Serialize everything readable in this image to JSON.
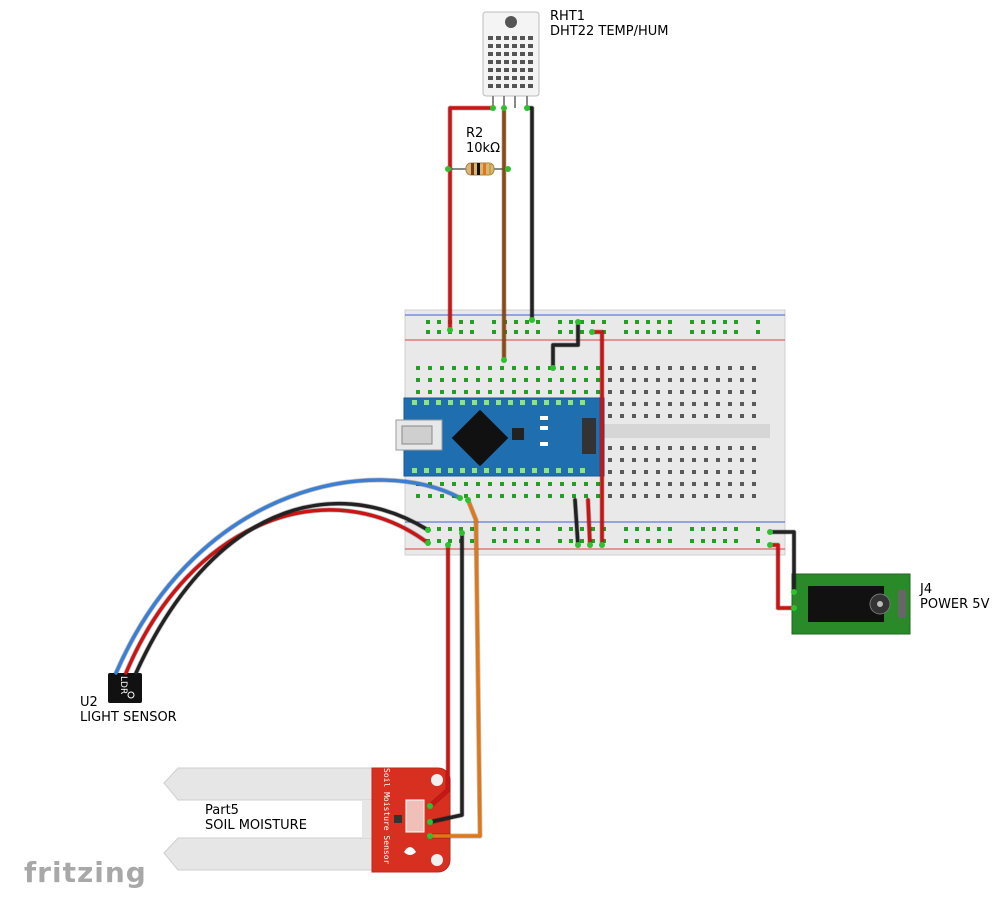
{
  "labels": {
    "rht": {
      "ref": "RHT1",
      "name": "DHT22 TEMP/HUM"
    },
    "resistor": {
      "ref": "R2",
      "value": "10kΩ"
    },
    "light": {
      "ref": "U2",
      "name": "LIGHT SENSOR"
    },
    "soil": {
      "ref": "Part5",
      "name": "SOIL MOISTURE"
    },
    "power": {
      "ref": "J4",
      "name": "POWER 5V"
    }
  },
  "component_text": {
    "ldr": "LDR",
    "soil_board": "Soil Moisture Sensor"
  },
  "watermark": "fritzing",
  "colors": {
    "wire_red": "#cc1414",
    "wire_black": "#222222",
    "wire_brown": "#8a4a12",
    "wire_blue": "#3a7fd4",
    "wire_orange": "#e07818",
    "arduino": "#1f6fb0",
    "breadboard": "#e8e8e8",
    "rail_red": "#e04040",
    "rail_blue": "#4060d0",
    "hole_green": "#23a023",
    "jack_pcb": "#2a8a2a",
    "soil_pcb": "#d83020",
    "dht_white": "#f4f4f4"
  }
}
